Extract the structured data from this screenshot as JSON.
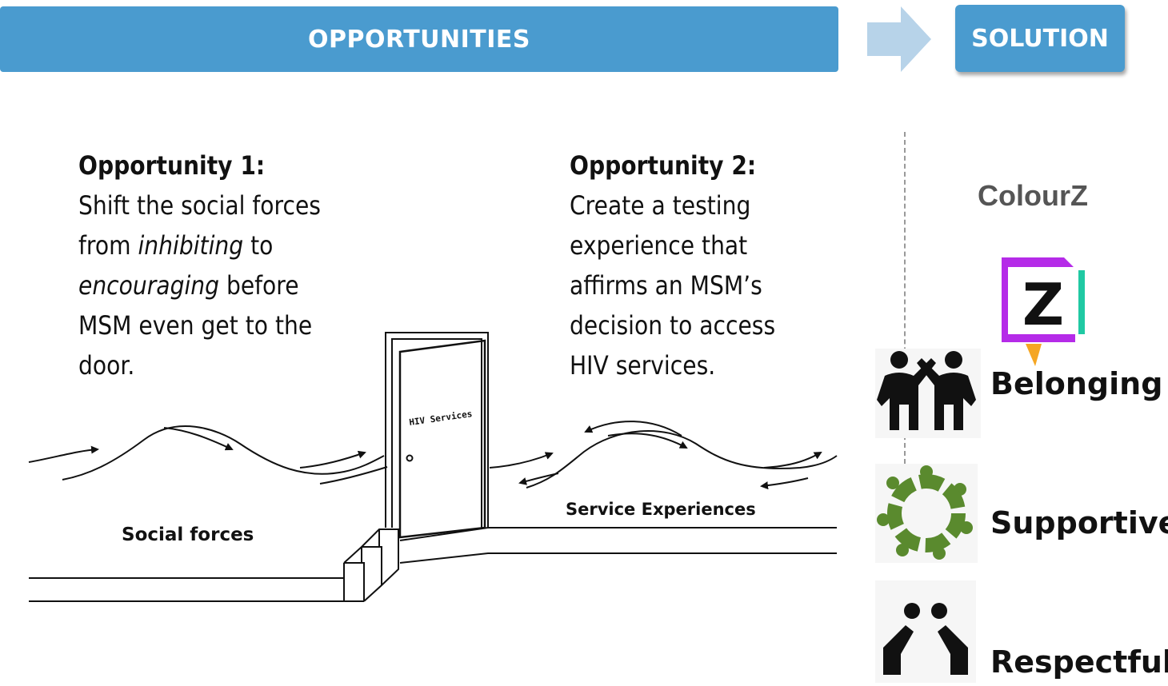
{
  "header": {
    "opportunities_label": "OPPORTUNITIES",
    "solution_label": "SOLUTION"
  },
  "opportunity1": {
    "title": "Opportunity 1:",
    "text_1": "Shift the social forces",
    "text_2a": "from ",
    "text_2b": "inhibiting",
    "text_2c": " to",
    "text_3a": "encouraging",
    "text_3b": " before",
    "text_4": "MSM even get to the",
    "text_5": "door."
  },
  "opportunity2": {
    "title": "Opportunity 2:",
    "lines": [
      "Create a testing",
      "experience that",
      "affirms an MSM’s",
      "decision to access",
      "HIV services."
    ]
  },
  "diagram": {
    "door_label": "HIV Services",
    "social_forces_label": "Social forces",
    "service_experiences_label": "Service Experiences"
  },
  "solution_panel": {
    "brand_name": "ColourZ",
    "logo_letter": "Z",
    "values": [
      {
        "label": "Belonging",
        "icon": "high-five-icon"
      },
      {
        "label": "Supportive",
        "icon": "circle-of-people-icon"
      },
      {
        "label": "Respectful",
        "icon": "bowing-people-icon"
      }
    ]
  },
  "colors": {
    "banner": "#4a9bcf",
    "arrow": "#b7d3e9",
    "brand_text": "#555555",
    "icon_green": "#5a8a2e",
    "logo_purple": "#b52be8",
    "logo_teal": "#20c9a3",
    "logo_orange": "#f5a623"
  }
}
